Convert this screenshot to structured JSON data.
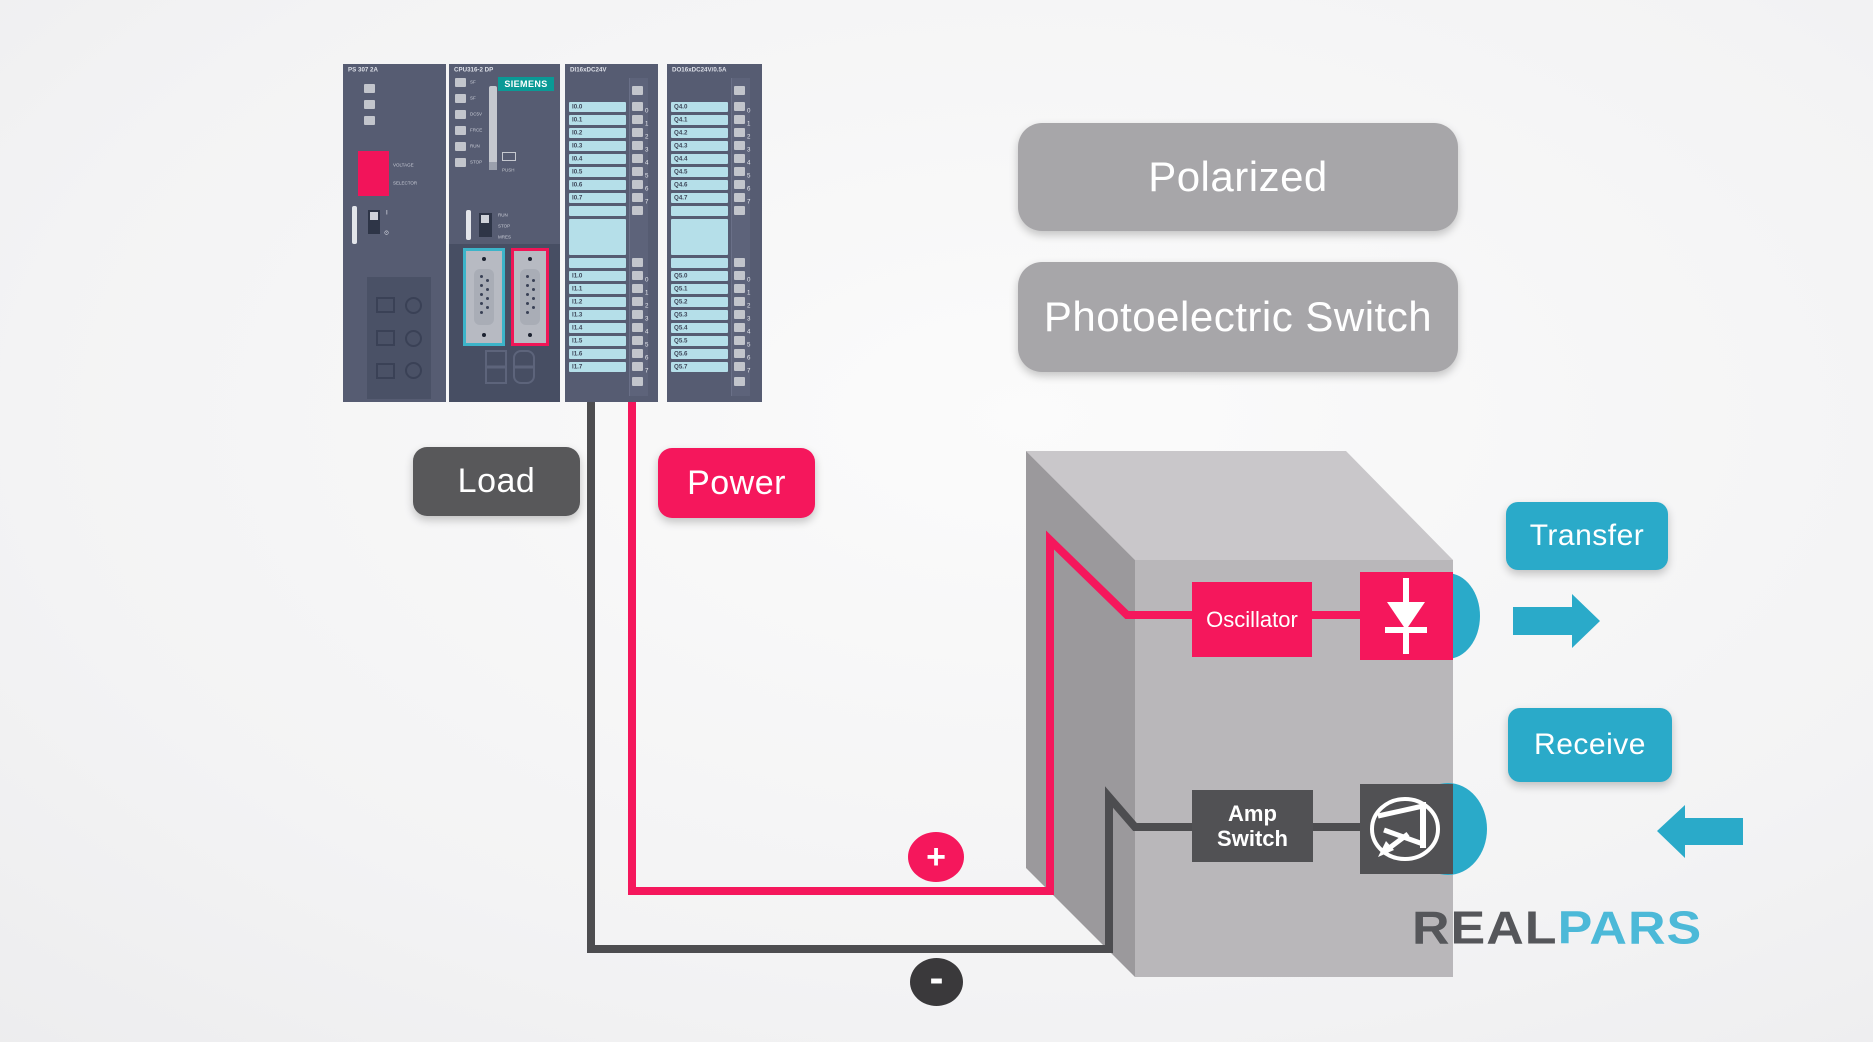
{
  "colors": {
    "accent_pink": "#F5175C",
    "wire_dark": "#4D4D50",
    "label_dark_gray": "#58585A",
    "label_gray": "#A7A6A9",
    "accent_cyan": "#2AAAC9",
    "logo_cyan": "#4CB9D8",
    "logo_gray": "#55565A",
    "plc_module_body": "#565C72",
    "plc_dark_section": "#474E63",
    "io_label_cyan": "#B5DFE9",
    "siemens_teal": "#0A9A96",
    "dsub_cyan_border": "#3CB4C9",
    "dsub_pink_border": "#EF1556",
    "box_top_face": "#C9C7CA",
    "box_left_face": "#9B999C",
    "box_front_face": "#B9B7BA"
  },
  "plc": {
    "ps_module": {
      "title": "PS 307 2A",
      "voltage_selector_line1": "VOLTAGE",
      "voltage_selector_line2": "SELECTOR",
      "switch_on": "I",
      "switch_off": "⊙"
    },
    "cpu_module": {
      "title": "CPU316-2 DP",
      "brand": "SIEMENS",
      "led_labels": [
        "SF",
        "SF",
        "DC5V",
        "FRCE",
        "RUN",
        "STOP"
      ],
      "push_label": "PUSH",
      "mode_labels": [
        "RUN",
        "STOP",
        "MRES"
      ]
    },
    "di_module": {
      "title": "DI16xDC24V",
      "rows_top": [
        "I0.0",
        "I0.1",
        "I0.2",
        "I0.3",
        "I0.4",
        "I0.5",
        "I0.6",
        "I0.7"
      ],
      "rows_bottom": [
        "I1.0",
        "I1.1",
        "I1.2",
        "I1.3",
        "I1.4",
        "I1.5",
        "I1.6",
        "I1.7"
      ],
      "row_numbers": [
        "0",
        "1",
        "2",
        "3",
        "4",
        "5",
        "6",
        "7"
      ]
    },
    "do_module": {
      "title": "DO16xDC24V/0.5A",
      "rows_top": [
        "Q4.0",
        "Q4.1",
        "Q4.2",
        "Q4.3",
        "Q4.4",
        "Q4.5",
        "Q4.6",
        "Q4.7"
      ],
      "rows_bottom": [
        "Q5.0",
        "Q5.1",
        "Q5.2",
        "Q5.3",
        "Q5.4",
        "Q5.5",
        "Q5.6",
        "Q5.7"
      ],
      "row_numbers": [
        "0",
        "1",
        "2",
        "3",
        "4",
        "5",
        "6",
        "7"
      ]
    }
  },
  "annotations": {
    "load": "Load",
    "power": "Power",
    "polarized": "Polarized",
    "photoelectric_switch": "Photoelectric Switch",
    "transfer": "Transfer",
    "receive": "Receive",
    "plus": "+",
    "minus": "-"
  },
  "sensor": {
    "oscillator": "Oscillator",
    "amp_line1": "Amp",
    "amp_line2": "Switch"
  },
  "icons": {
    "transmitter": "led-diode-icon",
    "receiver": "phototransistor-icon",
    "transfer_arrow": "arrow-right-icon",
    "receive_arrow": "arrow-left-icon"
  },
  "logo": {
    "real": "REAL",
    "pars": "PARS"
  }
}
